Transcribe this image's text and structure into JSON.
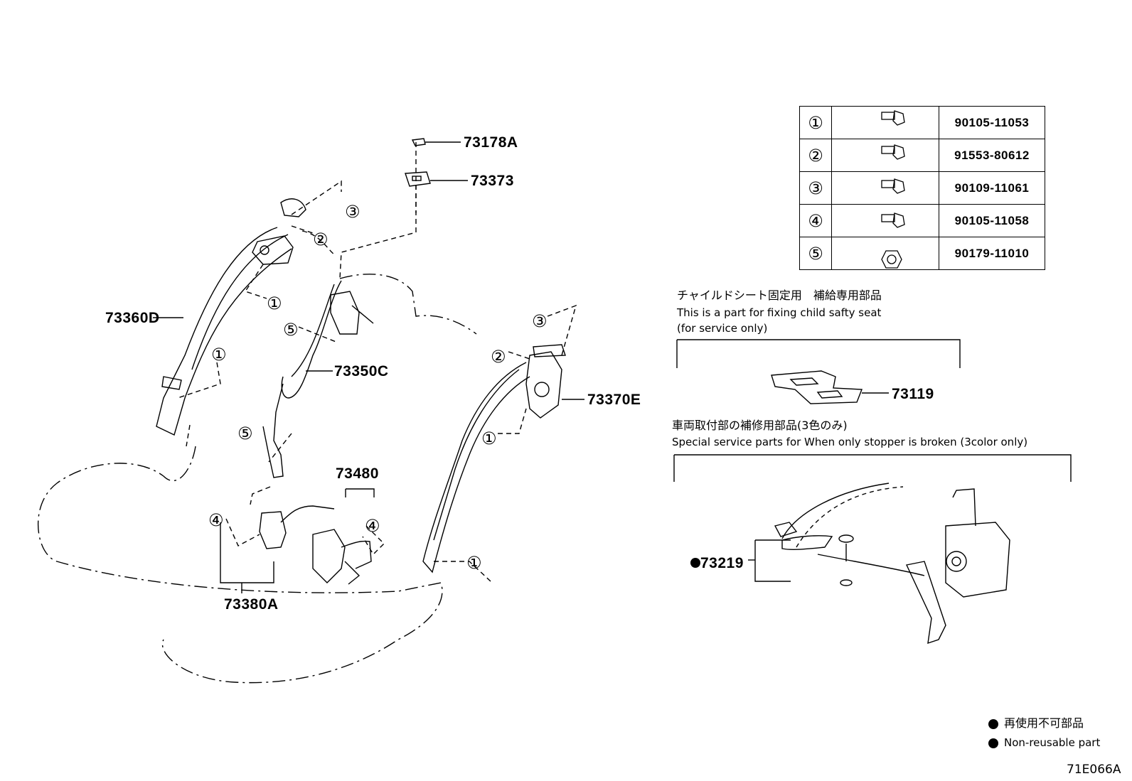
{
  "parts": {
    "p73178A": "73178A",
    "p73373": "73373",
    "p73360D": "73360D",
    "p73350C": "73350C",
    "p73370E": "73370E",
    "p73480": "73480",
    "p73380A": "73380A",
    "p73119": "73119",
    "p73219": "73219"
  },
  "callouts": [
    "①",
    "②",
    "③",
    "④",
    "⑤"
  ],
  "fasteners": [
    {
      "num": "①",
      "icon": "bolt-icon",
      "part": "90105-11053"
    },
    {
      "num": "②",
      "icon": "bolt-icon",
      "part": "91553-80612"
    },
    {
      "num": "③",
      "icon": "bolt-icon",
      "part": "90109-11061"
    },
    {
      "num": "④",
      "icon": "bolt-icon",
      "part": "90105-11058"
    },
    {
      "num": "⑤",
      "icon": "nut-icon",
      "part": "90179-11010"
    }
  ],
  "notes": {
    "child_jp": "チャイルドシート固定用　補給専用部品",
    "child_en1": "This is a part for fixing child safty seat",
    "child_en2": "(for service only)",
    "stopper_jp": "車両取付部の補修用部品(3色のみ)",
    "stopper_en": "Special service parts for When only stopper is broken (3color only)",
    "legend_jp": "再使用不可部品",
    "legend_en": "Non-reusable part"
  },
  "diagram_id": "71E066A",
  "colors": {
    "line": "#000000",
    "background": "#ffffff"
  }
}
